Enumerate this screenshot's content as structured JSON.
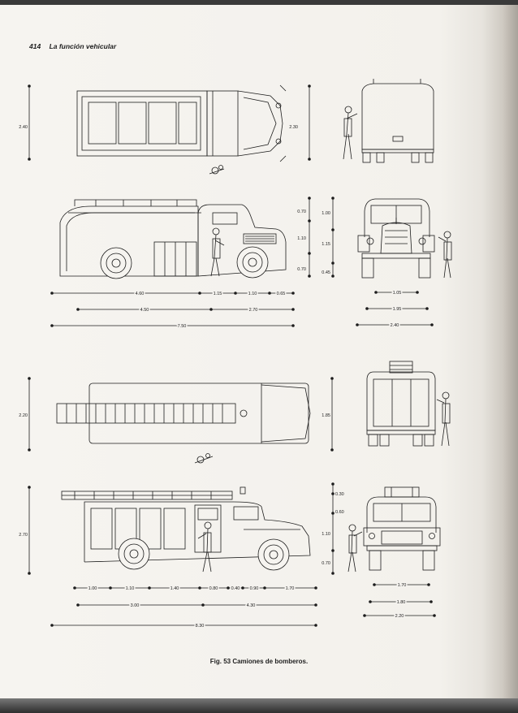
{
  "header": {
    "page_number": "414",
    "chapter_title": "La función vehicular"
  },
  "caption": "Fig. 53 Camiones de bomberos.",
  "truck1": {
    "plan_width": "2.40",
    "front_height": "2.30",
    "side_vertical_outer": [
      "0.70",
      "1.10",
      "0.70"
    ],
    "side_vertical_inner": [
      "1.00",
      "1.15",
      "0.45"
    ],
    "length_row1": [
      "4.60",
      "1.15",
      "1.10",
      "0.65"
    ],
    "length_row2": [
      "4.50",
      "2.70"
    ],
    "length_total": "7.50",
    "front_widths": [
      "1.05",
      "1.95",
      "2.40"
    ]
  },
  "truck2": {
    "plan_width": "2.20",
    "rear_height": "1.85",
    "side_height": "2.70",
    "side_vertical": [
      "0.30",
      "0.60",
      "1.10",
      "0.70"
    ],
    "length_row1": [
      "1.00",
      "1.10",
      "1.40",
      "0.80",
      "0.40",
      "0.90",
      "1.70"
    ],
    "length_row2": [
      "3.00",
      "4.30"
    ],
    "length_total": "8.30",
    "front_widths": [
      "1.70",
      "1.80",
      "2.20"
    ]
  }
}
